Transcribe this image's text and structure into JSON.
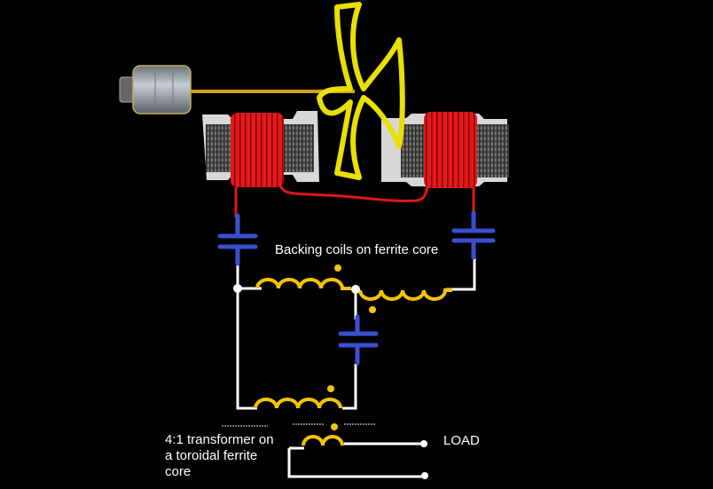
{
  "diagram": {
    "title": "Backing coil circuit with rotor",
    "labels": {
      "backing_coils": "Backing coils on ferrite core",
      "transformer": "4:1 transformer on\na toroidal ferrite\ncore",
      "load": "LOAD"
    },
    "components": {
      "motor": "motor-icon",
      "rotor": "rotor-cross-icon",
      "coil_left": "coil-left",
      "coil_right": "coil-right",
      "capacitors": [
        "capacitor-left",
        "capacitor-right",
        "capacitor-middle"
      ],
      "inductors": [
        "inductor-top-left",
        "inductor-top-right",
        "inductor-bottom",
        "inductor-transformer-secondary"
      ]
    },
    "colors": {
      "background": "#000000",
      "wire": "#ffffff",
      "coil_wire": "#e01818",
      "capacitor": "#3a4fd0",
      "inductor": "#f5c400",
      "rotor": "#e8e000",
      "shaft": "#d4a017",
      "core": "#c8c8c8"
    },
    "transformer_ratio": "4:1"
  }
}
